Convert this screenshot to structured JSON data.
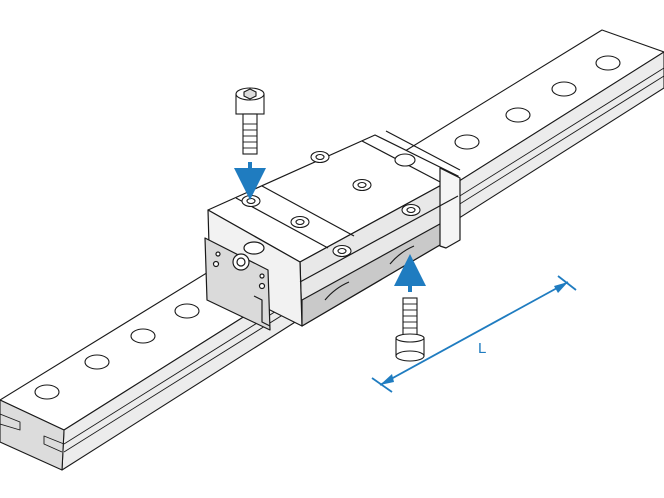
{
  "diagram": {
    "dimension_label": "L",
    "colors": {
      "line": "#1a1a1a",
      "face_top": "#ffffff",
      "face_side": "#e8e8e8",
      "face_dark": "#c9c9c9",
      "accent": "#1f7cc0"
    },
    "parts": {
      "rail": "linear-guide-rail",
      "block": "carriage-block",
      "bolt_top": "mounting-bolt-top",
      "bolt_bottom": "mounting-bolt-bottom"
    }
  }
}
